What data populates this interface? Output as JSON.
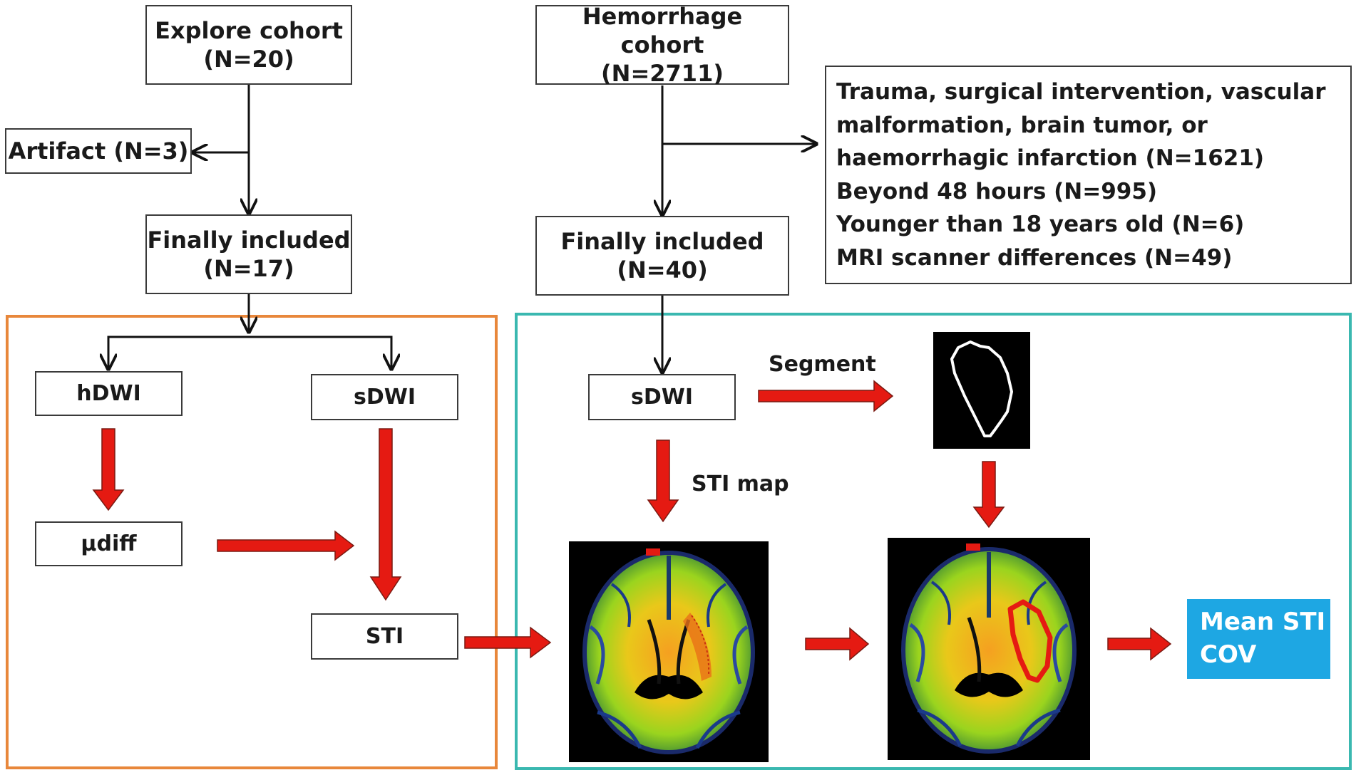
{
  "boxes": {
    "explore": {
      "line1": "Explore cohort",
      "line2": "(N=20)"
    },
    "artifact": {
      "label": "Artifact (N=3)"
    },
    "final_left": {
      "line1": "Finally included",
      "line2": "(N=17)"
    },
    "hdwi": {
      "label": "hDWI"
    },
    "sdwi_left": {
      "label": "sDWI"
    },
    "udiff": {
      "label": "µdiff"
    },
    "sti": {
      "label": "STI"
    },
    "hemorrhage": {
      "line1": "Hemorrhage cohort",
      "line2": "(N=2711)"
    },
    "exclusions": {
      "lines": [
        "Trauma, surgical intervention, vascular",
        "malformation, brain tumor, or",
        "haemorrhagic infarction (N=1621)",
        "Beyond 48 hours (N=995)",
        "Younger than 18 years old (N=6)",
        "MRI scanner differences (N=49)"
      ]
    },
    "final_right": {
      "line1": "Finally included",
      "line2": "(N=40)"
    },
    "sdwi_right": {
      "label": "sDWI"
    },
    "mean": {
      "line1": "Mean STI",
      "line2": "COV"
    }
  },
  "labels": {
    "segment": "Segment",
    "sti_map": "STI map"
  },
  "colors": {
    "left_container": "#e8873b",
    "right_container": "#3ab8b0",
    "arrow_red": "#e51a12",
    "mean_box": "#1ea7e3"
  }
}
